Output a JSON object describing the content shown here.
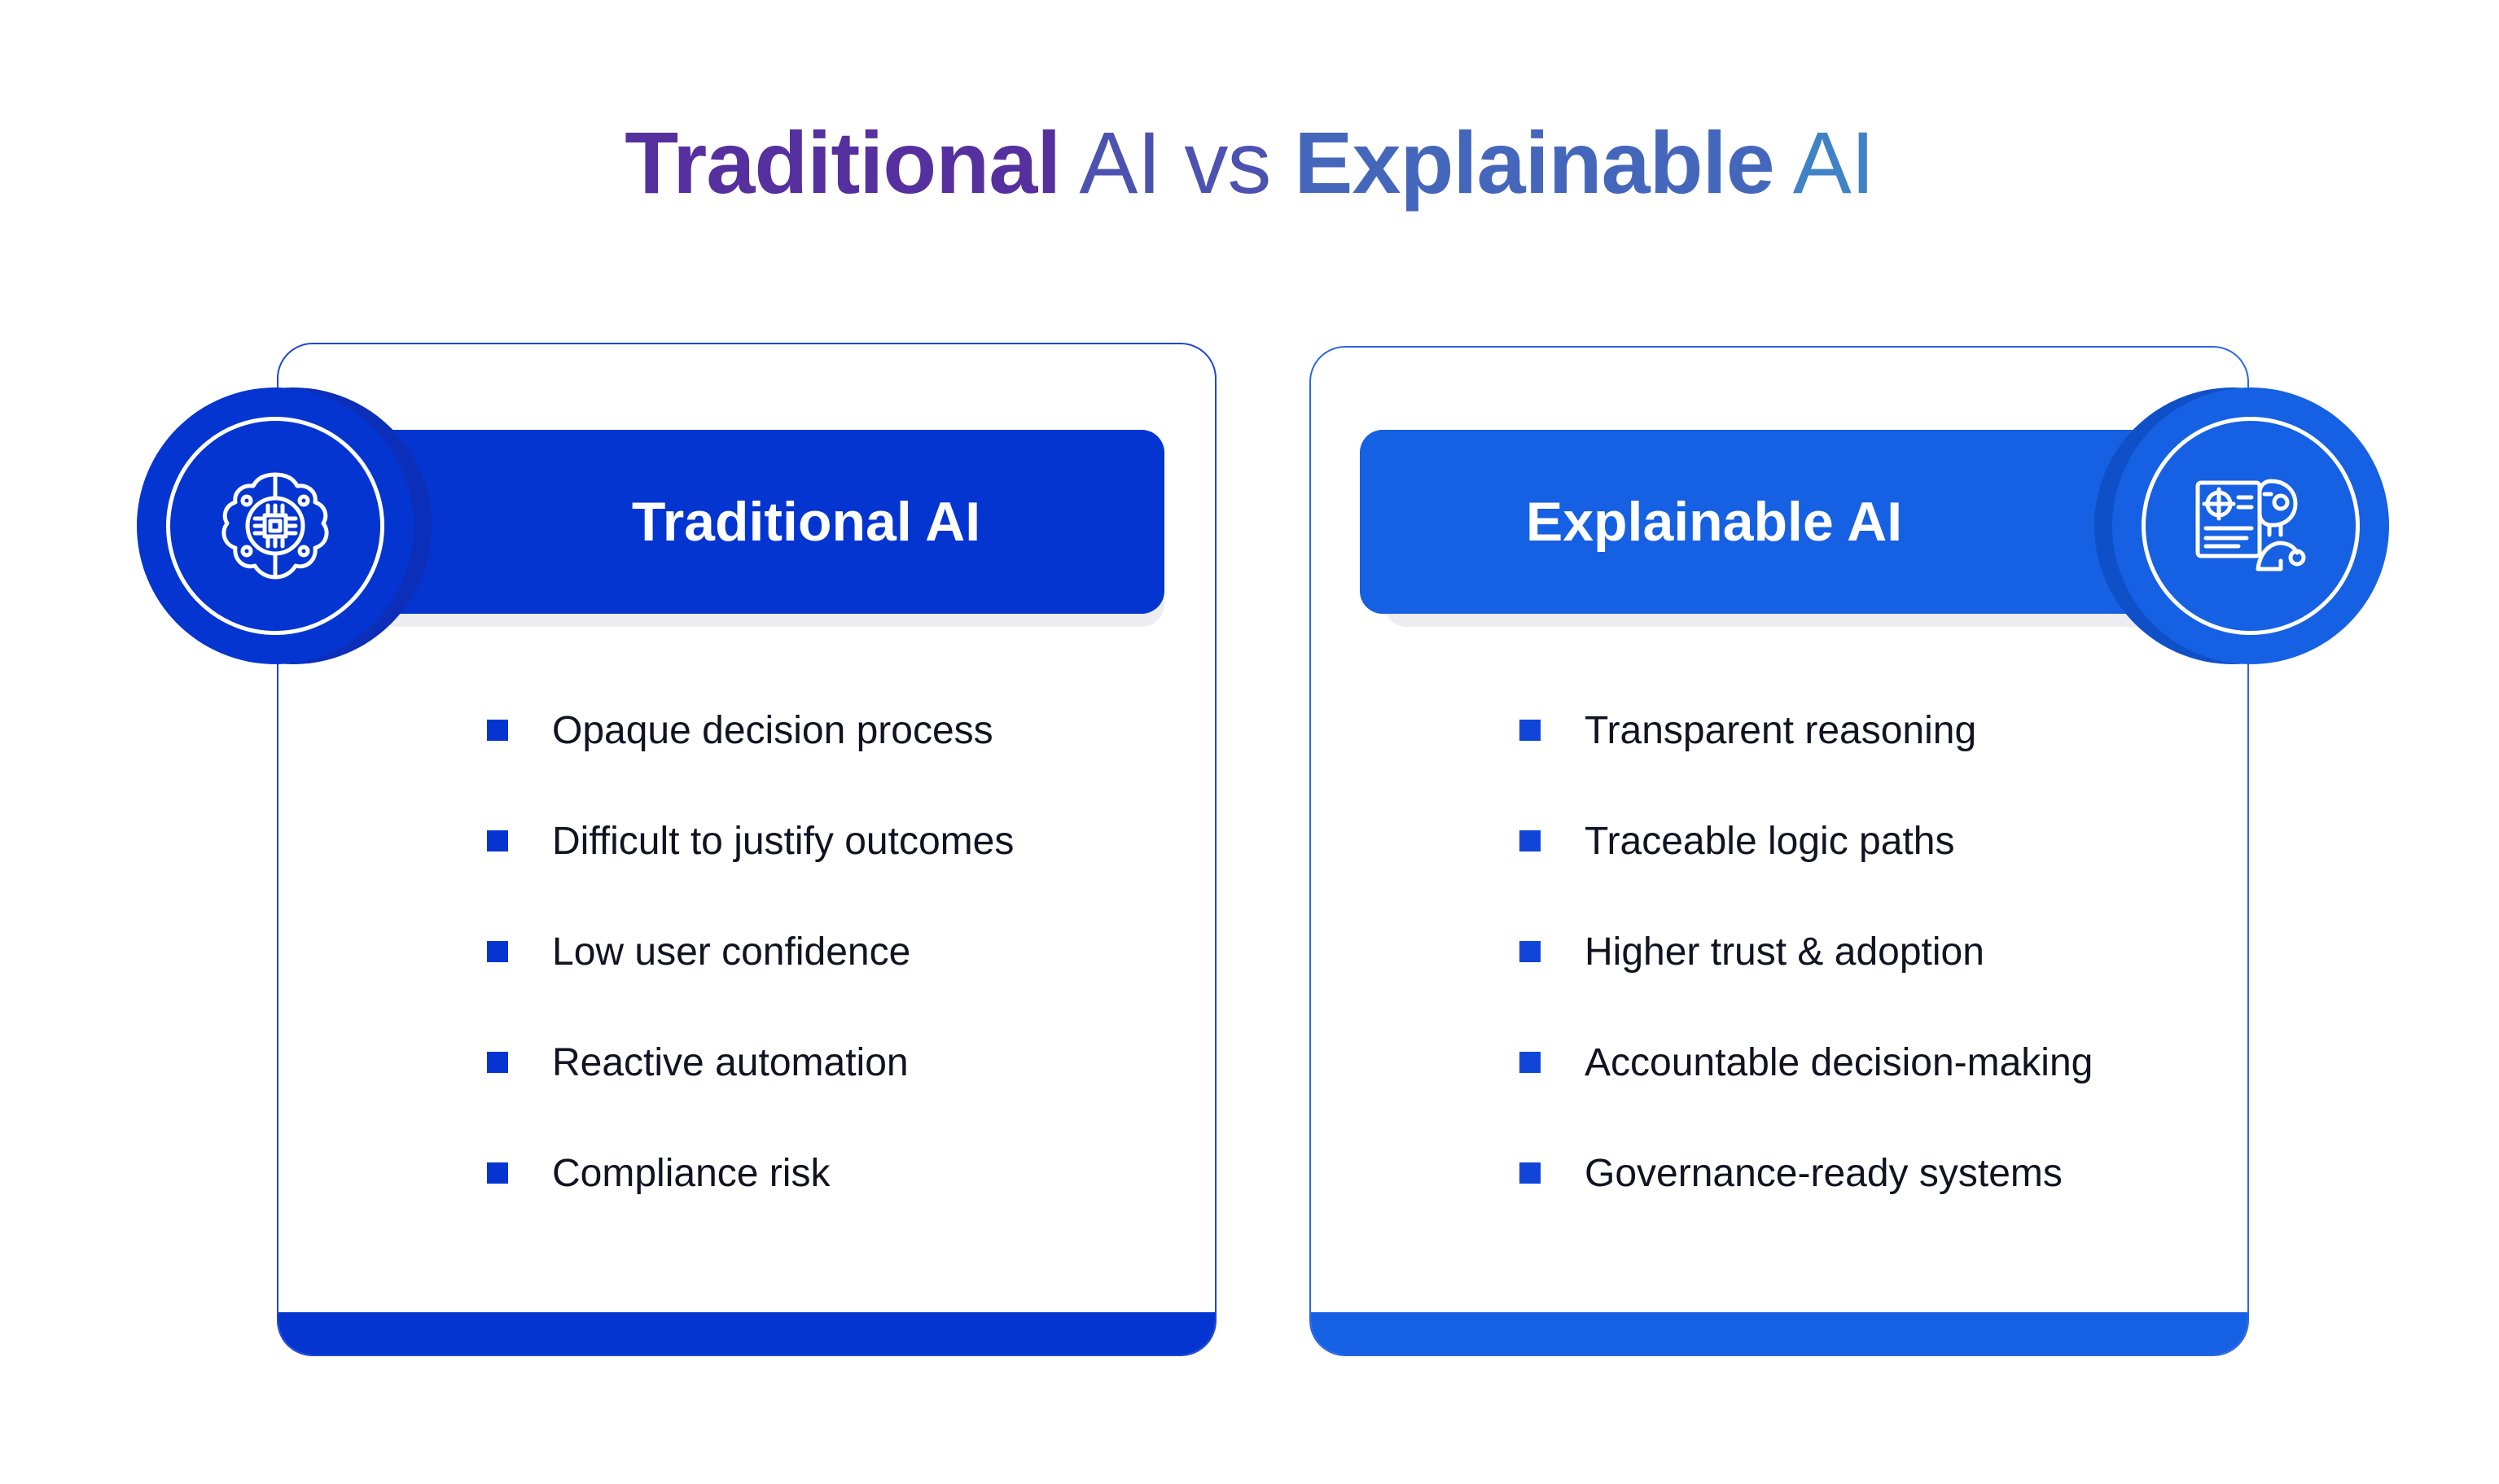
{
  "title": {
    "part1": "Traditional",
    "part2": " AI vs ",
    "part3": "Explainable",
    "part4": " AI"
  },
  "colors": {
    "traditional": "#0435d1",
    "explainable": "#1660e3",
    "title_gradient_start": "#5a2f9e",
    "title_gradient_end": "#3f82c6",
    "text": "#111322"
  },
  "traditional": {
    "heading": "Traditional AI",
    "icon": "ai-chip-brain-icon",
    "items": [
      "Opaque decision process",
      "Difficult to justify outcomes",
      "Low user confidence",
      "Reactive automation",
      "Compliance risk"
    ]
  },
  "explainable": {
    "heading": "Explainable AI",
    "icon": "robot-dashboard-icon",
    "items": [
      "Transparent reasoning",
      "Traceable logic paths",
      "Higher trust & adoption",
      "Accountable decision-making",
      "Governance-ready systems"
    ]
  }
}
